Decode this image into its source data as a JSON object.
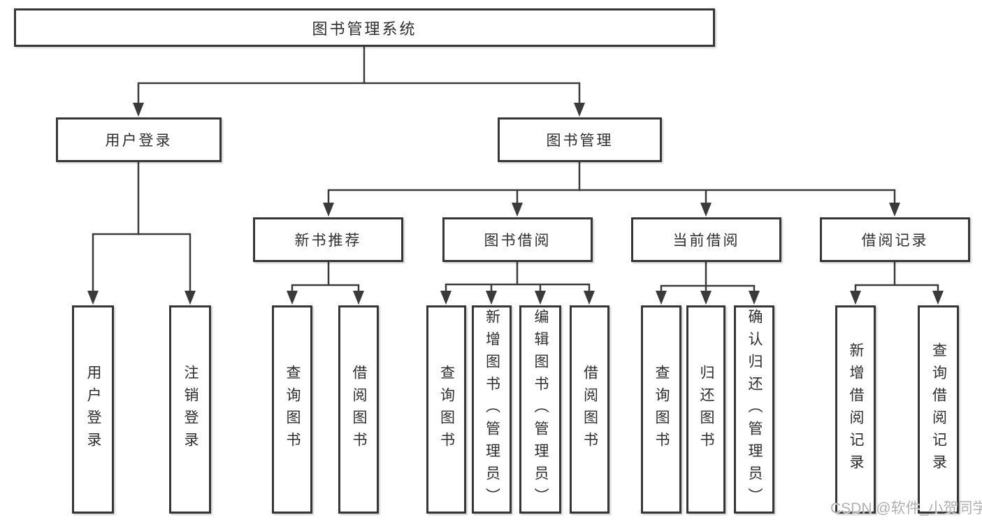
{
  "diagram": {
    "root": {
      "label": "图书管理系统"
    },
    "branches": [
      {
        "label": "用户登录",
        "leaves": [
          "用户登录",
          "注销登录"
        ]
      },
      {
        "label": "图书管理",
        "groups": [
          {
            "label": "新书推荐",
            "leaves": [
              "查询图书",
              "借阅图书"
            ]
          },
          {
            "label": "图书借阅",
            "leaves": [
              "查询图书",
              "新增图书（管理员）",
              "编辑图书（管理员）",
              "借阅图书"
            ]
          },
          {
            "label": "当前借阅",
            "leaves": [
              "查询图书",
              "归还图书",
              "确认归还（管理员）"
            ]
          },
          {
            "label": "借阅记录",
            "leaves": [
              "新增借阅记录",
              "查询借阅记录"
            ]
          }
        ]
      }
    ]
  },
  "watermark": "CSDN @软件_小贺同学",
  "colors": {
    "line": "#3a3a3a",
    "box_border": "#363636",
    "text": "#2e2e2e",
    "watermark": "#b0b0b0",
    "background": "#ffffff"
  }
}
